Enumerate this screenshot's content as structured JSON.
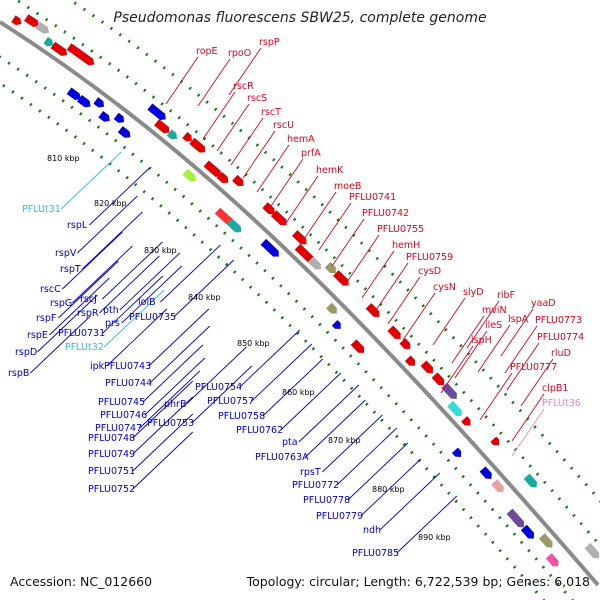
{
  "title": "Pseudomonas fluorescens SBW25, complete genome",
  "footer": {
    "accession": "Accession: NC_012660",
    "topology": "Topology: circular; Length: 6,722,539 bp; Genes: 6,018"
  },
  "colors": {
    "backbone": "#8a8a8a",
    "forward_label": "#e0001a",
    "reverse_label": "#0000cc",
    "trna_label": "#33bbee",
    "trna_label_pink": "#ee88bb",
    "tick": "#1a7a1a"
  },
  "kbp_ticks": [
    "810 kbp",
    "820 kbp",
    "830 kbp",
    "840 kbp",
    "850 kbp",
    "860 kbp",
    "870 kbp",
    "880 kbp",
    "890 kbp"
  ],
  "forward_labels": [
    "ropE",
    "rpoO",
    "rspP",
    "rscR",
    "rscS",
    "rscT",
    "rscU",
    "hemA",
    "prfA",
    "hemK",
    "moeB",
    "PFLU0741",
    "PFLU0742",
    "PFLU0755",
    "hemH",
    "PFLU0759",
    "cysD",
    "cysN",
    "slyD",
    "ribF",
    "mviN",
    "ileS",
    "lspA",
    "yaaD",
    "PFLU0773",
    "PFLU0774",
    "ispH",
    "rluD",
    "PFLU0777",
    "clpB1",
    "PFLUt36"
  ],
  "reverse_labels": [
    "PFLUt31",
    "rspL",
    "rspV",
    "rspT",
    "rscC",
    "rspG",
    "rscJ",
    "rspR",
    "rspF",
    "PFLU0731",
    "rspE",
    "PFLUt32",
    "rspD",
    "rspB",
    "pth",
    "prs",
    "lolB",
    "PFLU0735",
    "ipk",
    "PFLU0743",
    "PFLU0744",
    "PFLU0754",
    "PFLU0745",
    "phrB",
    "PFLU0757",
    "PFLU0746",
    "PFLU0753",
    "PFLU0758",
    "PFLU0747",
    "PFLU0748",
    "PFLU0762",
    "PFLU0749",
    "pta",
    "PFLU0763A",
    "PFLU0751",
    "rpsT",
    "PFLU0752",
    "PFLU0772",
    "PFLU0778",
    "PFLU0779",
    "ndh",
    "PFLU0785"
  ]
}
